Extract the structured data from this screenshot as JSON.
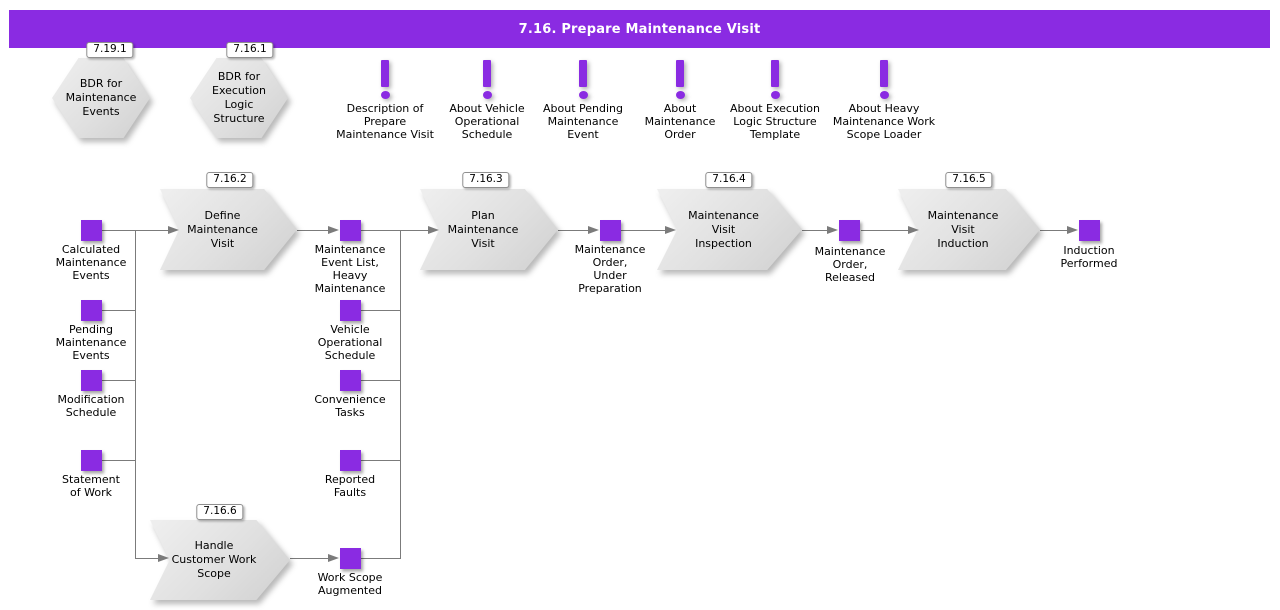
{
  "header": {
    "title": "7.16. Prepare Maintenance Visit",
    "color": "#8A2BE2"
  },
  "colors": {
    "accent": "#8A2BE2",
    "shape_fill": "#dcdcdc",
    "connector": "#7b7b7b"
  },
  "hexagons": [
    {
      "id": "7.19.1",
      "label": "BDR for\nMaintenance\nEvents"
    },
    {
      "id": "7.16.1",
      "label": "BDR for\nExecution\nLogic\nStructure"
    }
  ],
  "info_notes": [
    {
      "label": "Description of\nPrepare\nMaintenance Visit"
    },
    {
      "label": "About Vehicle\nOperational\nSchedule"
    },
    {
      "label": "About Pending\nMaintenance\nEvent"
    },
    {
      "label": "About\nMaintenance\nOrder"
    },
    {
      "label": "About Execution\nLogic Structure\nTemplate"
    },
    {
      "label": "About Heavy\nMaintenance Work\nScope Loader"
    }
  ],
  "processes": [
    {
      "id": "7.16.2",
      "label": "Define\nMaintenance\nVisit"
    },
    {
      "id": "7.16.3",
      "label": "Plan\nMaintenance\nVisit"
    },
    {
      "id": "7.16.4",
      "label": "Maintenance Visit\nInspection"
    },
    {
      "id": "7.16.5",
      "label": "Maintenance Visit\nInduction"
    },
    {
      "id": "7.16.6",
      "label": "Handle\nCustomer Work\nScope"
    }
  ],
  "data_items": [
    {
      "label": "Calculated\nMaintenance\nEvents"
    },
    {
      "label": "Pending\nMaintenance\nEvents"
    },
    {
      "label": "Modification\nSchedule"
    },
    {
      "label": "Statement\nof Work"
    },
    {
      "label": "Maintenance\nEvent List,\nHeavy\nMaintenance"
    },
    {
      "label": "Vehicle\nOperational\nSchedule"
    },
    {
      "label": "Convenience\nTasks"
    },
    {
      "label": "Reported\nFaults"
    },
    {
      "label": "Work Scope\nAugmented"
    },
    {
      "label": "Maintenance\nOrder,\nUnder\nPreparation"
    },
    {
      "label": "Maintenance\nOrder,\nReleased"
    },
    {
      "label": "Induction\nPerformed"
    }
  ]
}
